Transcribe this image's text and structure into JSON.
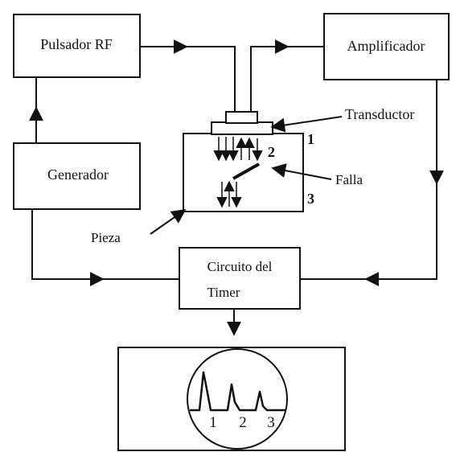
{
  "blocks": {
    "pulser": "Pulsador RF",
    "amplifier": "Amplificador",
    "generator": "Generador",
    "timer_line1": "Circuito del",
    "timer_line2": "Timer"
  },
  "annotations": {
    "transducer": "Transductor",
    "flaw": "Falla",
    "part": "Pieza",
    "echo_1": "1",
    "echo_2": "2",
    "echo_3": "3"
  },
  "scope_labels": [
    "1",
    "2",
    "3"
  ]
}
